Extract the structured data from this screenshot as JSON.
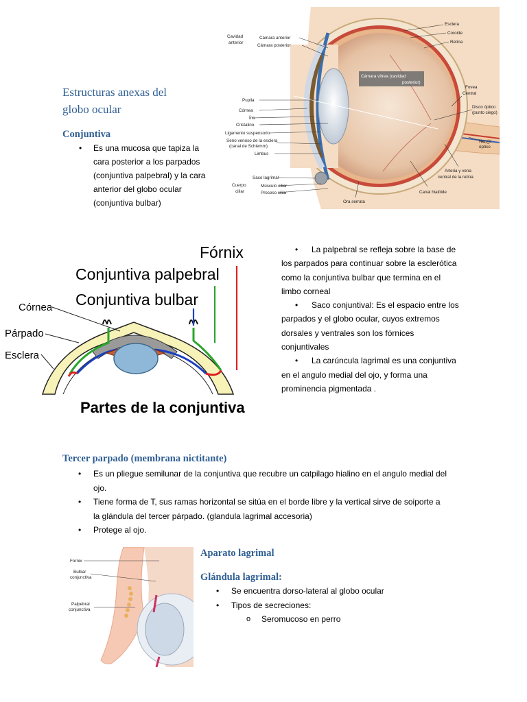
{
  "section1": {
    "title_line1": "Estructuras anexas del",
    "title_line2": "globo ocular",
    "subtitle": "Conjuntiva",
    "bullet": [
      "Es una mucosa que tapiza la",
      "cara posterior a los parpados",
      "(conjuntiva palpebral) y la cara",
      "anterior del globo ocular",
      "(conjuntiva bulbar)"
    ]
  },
  "eye_figure": {
    "labels": {
      "cavidad_1": "Cavidad",
      "cavidad_2": "anterior",
      "camara_anterior": "Cámara anterior",
      "camara_posterior": "Cámara posterior",
      "camara_vitrea_1": "Cámara vítrea (cavidad",
      "camara_vitrea_2": "posterior)",
      "pupila": "Pupila",
      "cornea": "Córnea",
      "iris": "Íris",
      "cristalino": "Cristalino",
      "ligamento": "Ligamento suspensorio",
      "seno_1": "Seno venoso de la esclera",
      "seno_2": "(canal de Schlemm)",
      "limbus": "Limbus",
      "saco": "Saco lagrimal",
      "cuerpo_1": "Cuerpo",
      "cuerpo_2": "ciliar",
      "musculo": "Músculo ciliar",
      "proceso": "Proceso ciliar",
      "ora": "Ora serrata",
      "esclera": "Esclera",
      "coroide": "Coroide",
      "retina": "Retina",
      "fovea_1": "Fovea",
      "fovea_2": "Central",
      "disco_1": "Disco óptico",
      "disco_2": "(punto ciego)",
      "nervio_1": "Nervio",
      "nervio_2": "óptico",
      "arteria_1": "Arteria y vena",
      "arteria_2": "central de la retina",
      "canal": "Canal hialóide"
    }
  },
  "conj_figure": {
    "fornix": "Fórnix",
    "palpebral": "Conjuntiva palpebral",
    "bulbar": "Conjuntiva bulbar",
    "cornea": "Córnea",
    "parpado": "Párpado",
    "esclera": "Esclera",
    "caption": "Partes de la conjuntiva"
  },
  "right_text": {
    "p1_1": "La palpebral se refleja sobre la base de",
    "p1_2": "los parpados para continuar sobre la esclerótica",
    "p1_3": "como la conjuntiva bulbar que termina en el",
    "p1_4": "limbo corneal",
    "p2_1": "Saco conjuntival: Es el espacio entre los",
    "p2_2": "parpados y el globo ocular, cuyos extremos",
    "p2_3": "dorsales y ventrales son los fórnices",
    "p2_4": "conjuntivales",
    "p3_1": "La carúncula lagrimal es una conjuntiva",
    "p3_2": "en el angulo medial del ojo, y forma una",
    "p3_3": "prominencia pigmentada ."
  },
  "section2": {
    "title": "Tercer parpado (membrana nictitante)",
    "b1_1": "Es un pliegue semilunar de la conjuntiva que recubre un catpilago hialino en el angulo medial del",
    "b1_2": "ojo.",
    "b2_1": "Tiene forma de T, sus ramas horizontal se sitúa en el borde libre y la vertical sirve de soiporte a",
    "b2_2": "la glándula del tercer párpado. (glandula lagrimal accesoria)",
    "b3": "Protege al ojo."
  },
  "lid_figure": {
    "fornix": "Fornix",
    "bulbar_1": "Bulbar",
    "bulbar_2": "conjunctiva",
    "palpebral_1": "Palpebral",
    "palpebral_2": "conjunctiva"
  },
  "section3": {
    "title": "Aparato lagrimal",
    "subtitle": "Glándula lagrimal:",
    "b1": "Se encuentra dorso-lateral al globo ocular",
    "b2": "Tipos de secreciones:",
    "sub1": "Seromucoso en perro"
  }
}
